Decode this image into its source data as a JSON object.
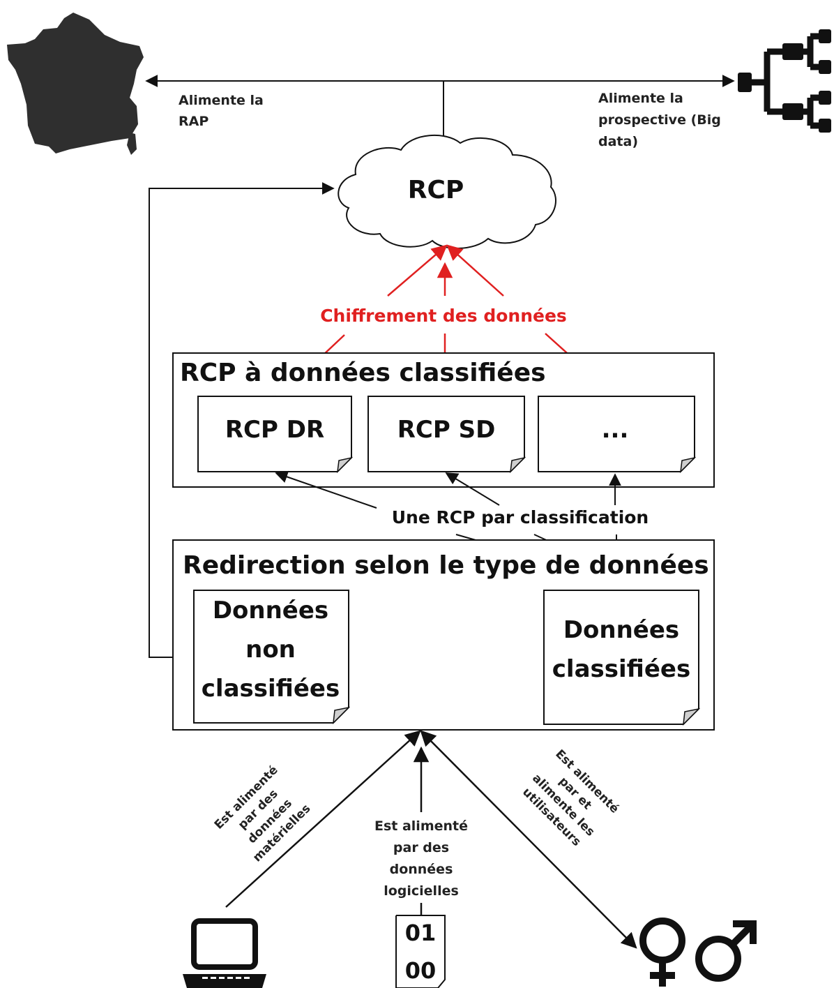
{
  "top": {
    "left_label": [
      "Alimente la",
      "RAP"
    ],
    "right_label": [
      "Alimente la",
      "prospective (Big",
      "data)"
    ],
    "left_icon": "france-map-icon",
    "right_icon": "hierarchy-tree-icon"
  },
  "cloud": {
    "label": "RCP"
  },
  "encryption": {
    "label": "Chiffrement des données",
    "color": "#e02020"
  },
  "classified_box": {
    "title": "RCP à données classifiées",
    "docs": [
      "RCP DR",
      "RCP SD",
      "..."
    ]
  },
  "classification_label": "Une RCP par classification",
  "redirection_box": {
    "title": "Redirection selon le type de données",
    "unclassified": [
      "Données",
      "non",
      "classifiées"
    ],
    "classified": [
      "Données",
      "classifiées"
    ]
  },
  "inputs": {
    "hardware_label": [
      "Est alimenté",
      "par des",
      "données",
      "matérielles"
    ],
    "software_label": [
      "Est alimenté",
      "par des",
      "données",
      "logicielles"
    ],
    "users_label": [
      "Est alimenté",
      "par et",
      "alimente les",
      "utilisateurs"
    ],
    "binary_lines": [
      "01",
      "00"
    ],
    "hardware_icon": "laptop-icon",
    "users_icon": "gender-symbols-icon"
  }
}
